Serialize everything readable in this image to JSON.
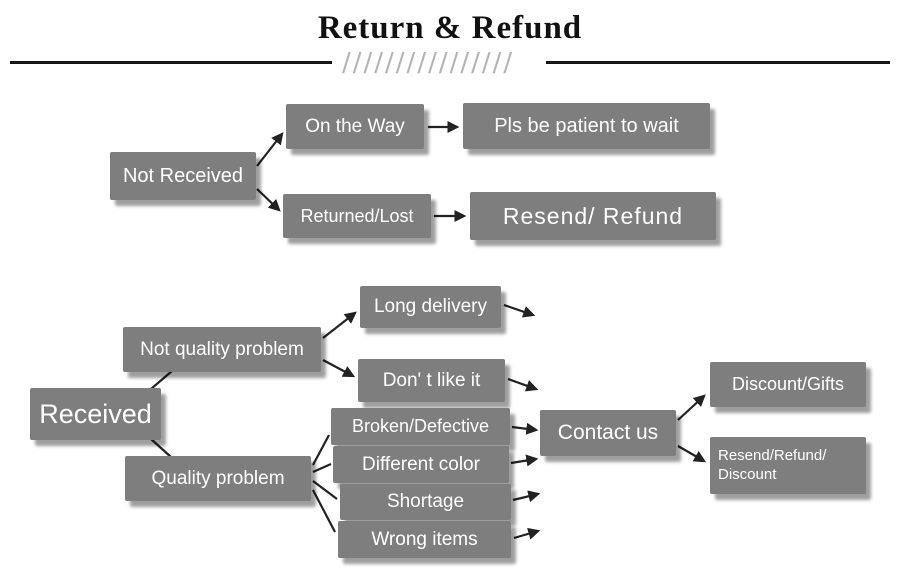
{
  "title": "Return & Refund",
  "decor": {
    "hatch": "////////////////"
  },
  "flow": {
    "not_received": "Not Received",
    "on_the_way": "On the Way",
    "pls_be_patient": "Pls be patient to wait",
    "returned_lost": "Returned/Lost",
    "resend_refund": "Resend/ Refund",
    "received": "Received",
    "not_quality_problem": "Not quality problem",
    "quality_problem": "Quality problem",
    "long_delivery": "Long delivery",
    "dont_like_it": "Don' t like it",
    "broken_defective": "Broken/Defective",
    "different_color": "Different color",
    "shortage": "Shortage",
    "wrong_items": "Wrong items",
    "contact_us": "Contact us",
    "discount_gifts": "Discount/Gifts",
    "resend_refund_discount": "Resend/Refund/ Discount"
  },
  "colors": {
    "box": "#7e7e7e",
    "box_text": "#ffffff",
    "arrow": "#222222",
    "title": "#111111",
    "hatch": "#b3b3b3",
    "background": "#ffffff"
  }
}
